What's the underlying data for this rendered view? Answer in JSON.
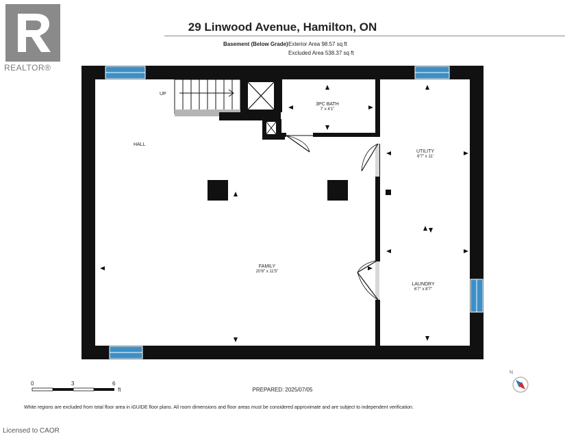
{
  "header": {
    "title": "29 Linwood Avenue, Hamilton, ON",
    "level": "Basement (Below Grade)",
    "exterior_area": "Exterior Area 98.57 sq ft",
    "excluded_area": "Excluded Area 538.37 sq ft"
  },
  "brand": {
    "realtor": "REALTOR®"
  },
  "rooms": {
    "up": "UP",
    "hall": "HALL",
    "bath_name": "3PC BATH",
    "bath_dim": "7' x 4'1\"",
    "utility_name": "UTILITY",
    "utility_dim": "6'7\" x 11'",
    "family_name": "FAMILY",
    "family_dim": "20'8\" x 11'5\"",
    "laundry_name": "LAUNDRY",
    "laundry_dim": "6'7\" x 8'7\""
  },
  "scale": {
    "ticks": [
      "0",
      "3",
      "6"
    ],
    "unit": "ft"
  },
  "compass": "N",
  "prepared": "PREPARED: 2025/07/05",
  "footnote": "White regions are excluded from total floor area in iGUIDE floor plans. All room dimensions and floor areas must be considered approximate and are subject to independent verification.",
  "licensed": "Licensed to CAOR",
  "colors": {
    "wall": "#111111",
    "window": "#3d8fc6",
    "logo": "#8a8a8a"
  }
}
